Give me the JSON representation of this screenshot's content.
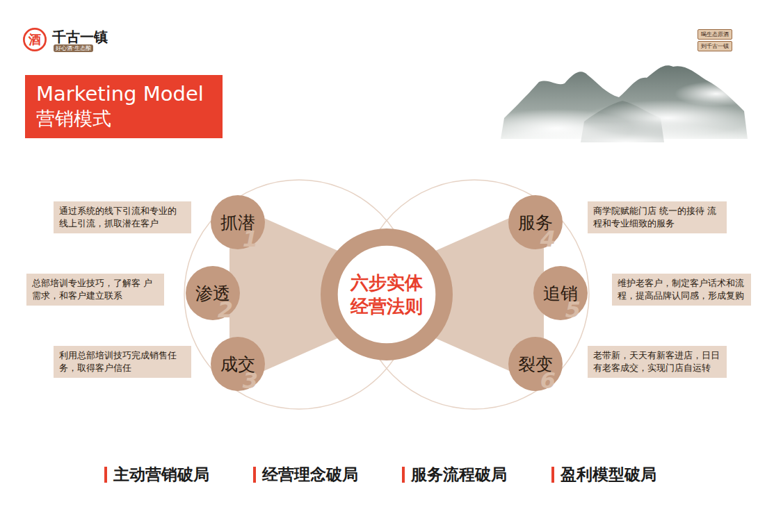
{
  "diagram": {
    "nodes": [
      {
        "text": [
          "酒"
        ]
      },
      {
        "text": [
          "喝生态原酒",
          "到千古一镇"
        ]
      },
      {
        "text": [
          "Marketing Model",
          "营销模式"
        ]
      },
      {
        "text": [
          "六步实体 经营法则"
        ]
      },
      {
        "text": [
          "抓潜",
          "1"
        ]
      },
      {
        "text": [
          "通过系统的线下引流和专业的 线上引流，抓取潜在客户"
        ]
      },
      {
        "text": [
          "渗透",
          "2"
        ]
      },
      {
        "text": [
          "总部培训专业技巧，了解客 户需求，和客户建立联系"
        ]
      },
      {
        "text": [
          "成交",
          "3"
        ]
      },
      {
        "text": [
          "利用总部培训技巧完成销售任 务，取得客户信任"
        ]
      },
      {
        "text": [
          "服务",
          "4"
        ]
      },
      {
        "text": [
          "商学院赋能门店 统一的接待 流程和专业细致的服务"
        ]
      },
      {
        "text": [
          "追销",
          "5"
        ]
      },
      {
        "text": [
          "维护老客户，制定客户话术和流 程，提高品牌认同感，形成复购"
        ]
      },
      {
        "text": [
          "裂变",
          "6"
        ]
      },
      {
        "text": [
          "老带新，天天有新客进店，日日 有老客成交，实现门店自运转"
        ]
      }
    ],
    "labels": [
      "千古一镇",
      "好心酒·生态酿",
      "主动营销破局",
      "经营理念破局",
      "服务流程破局",
      "盈利模型破局"
    ]
  }
}
